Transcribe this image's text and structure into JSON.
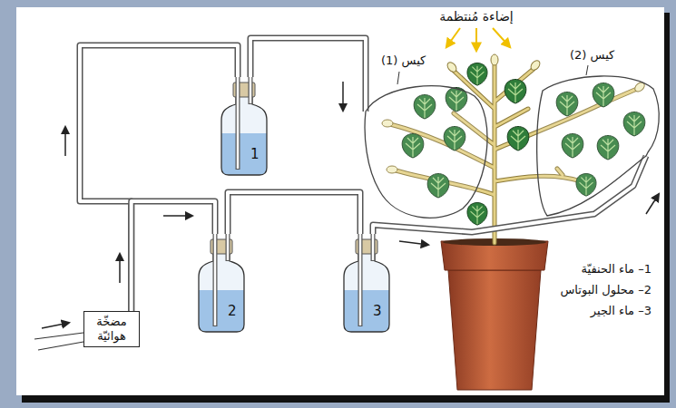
{
  "diagram": {
    "nodes": [
      {
        "text": [
          "مضخّة هوائيّة"
        ]
      },
      {
        "text": [
          "1"
        ]
      },
      {
        "text": [
          "2"
        ]
      },
      {
        "text": [
          "3"
        ]
      },
      {
        "text": [
          "كيس (1)"
        ]
      },
      {
        "text": [
          "كيس (2)"
        ]
      }
    ],
    "edges": [
      {
        "from": 0,
        "to": 1,
        "arrow": "none"
      },
      {
        "from": 0,
        "to": 2,
        "arrow": "none"
      },
      {
        "from": 1,
        "to": 4,
        "arrow": "none"
      },
      {
        "from": 2,
        "to": 3,
        "arrow": "none"
      },
      {
        "from": 3,
        "to": 5,
        "arrow": "none"
      }
    ],
    "labels": [
      "إضاءة مُنتظمة",
      "1– ماء الحنفيّة",
      "2– محلول البوتاس",
      "3– ماء الجير"
    ]
  }
}
